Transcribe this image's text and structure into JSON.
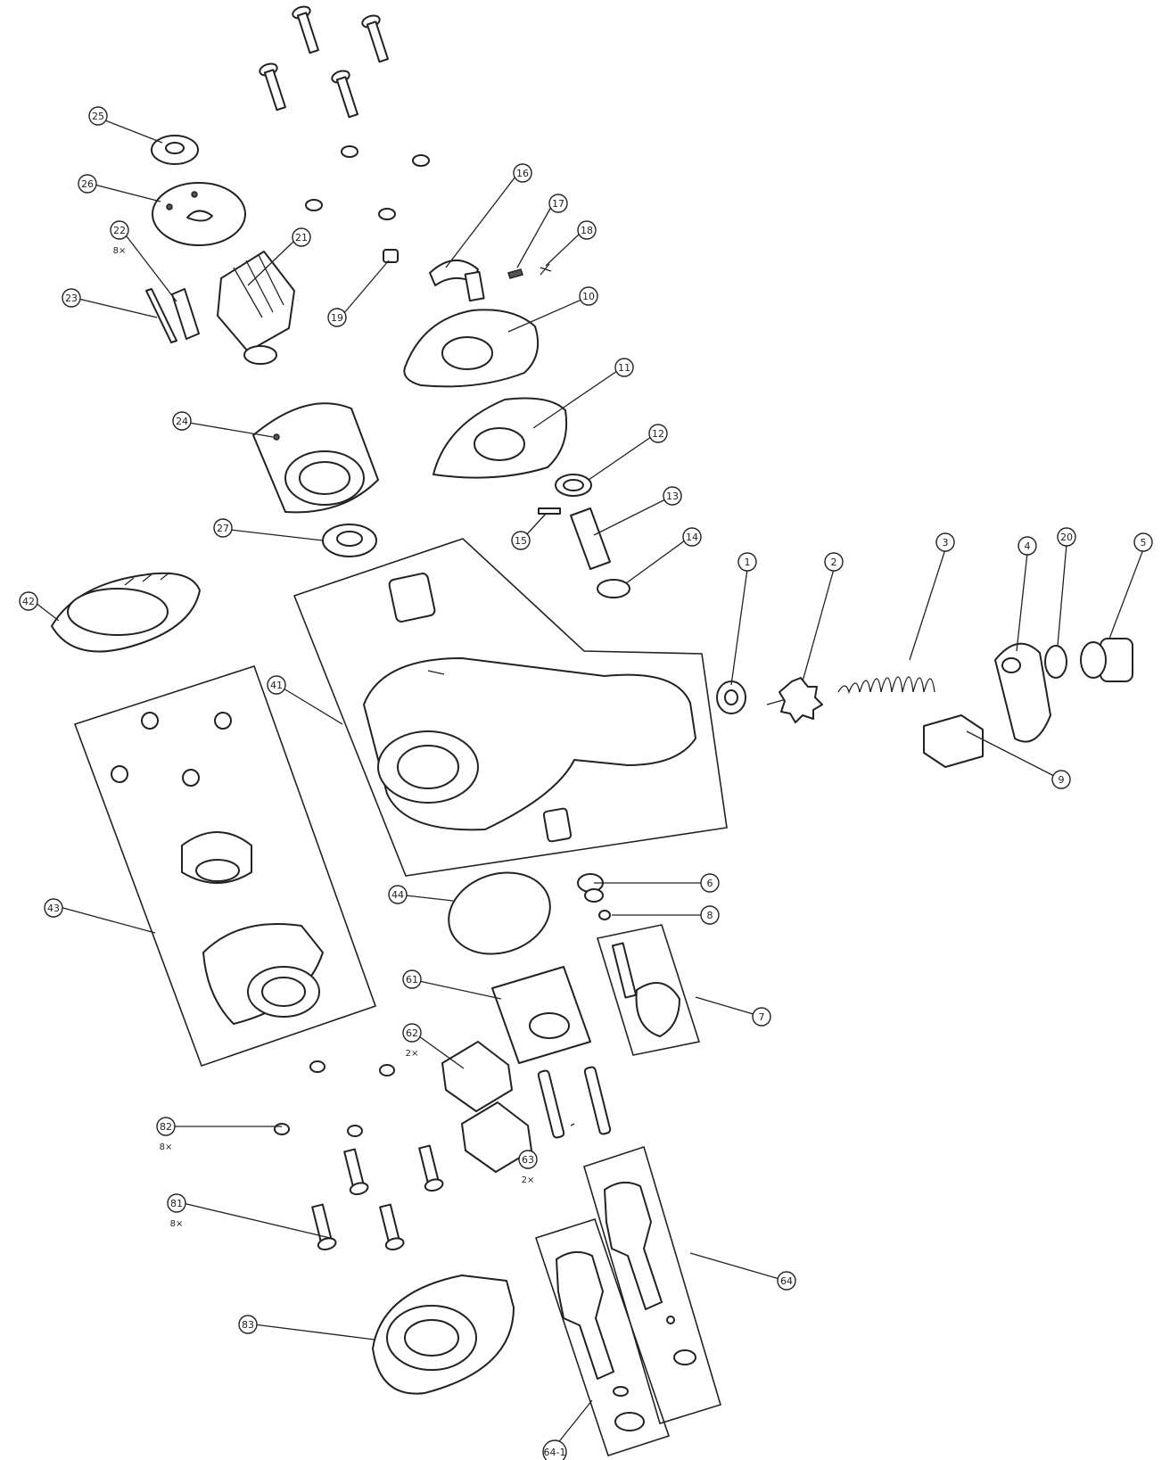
{
  "callouts": [
    {
      "id": "1",
      "label": "1"
    },
    {
      "id": "2",
      "label": "2"
    },
    {
      "id": "3",
      "label": "3"
    },
    {
      "id": "4",
      "label": "4"
    },
    {
      "id": "5",
      "label": "5"
    },
    {
      "id": "6",
      "label": "6"
    },
    {
      "id": "7",
      "label": "7"
    },
    {
      "id": "8",
      "label": "8"
    },
    {
      "id": "9",
      "label": "9"
    },
    {
      "id": "10",
      "label": "10"
    },
    {
      "id": "11",
      "label": "11"
    },
    {
      "id": "12",
      "label": "12"
    },
    {
      "id": "13",
      "label": "13"
    },
    {
      "id": "14",
      "label": "14"
    },
    {
      "id": "15",
      "label": "15"
    },
    {
      "id": "16",
      "label": "16"
    },
    {
      "id": "17",
      "label": "17"
    },
    {
      "id": "18",
      "label": "18"
    },
    {
      "id": "19",
      "label": "19"
    },
    {
      "id": "20",
      "label": "20"
    },
    {
      "id": "21",
      "label": "21"
    },
    {
      "id": "22",
      "label": "22",
      "qty": "8×"
    },
    {
      "id": "23",
      "label": "23"
    },
    {
      "id": "24",
      "label": "24"
    },
    {
      "id": "25",
      "label": "25"
    },
    {
      "id": "26",
      "label": "26"
    },
    {
      "id": "27",
      "label": "27"
    },
    {
      "id": "41",
      "label": "41"
    },
    {
      "id": "42",
      "label": "42"
    },
    {
      "id": "43",
      "label": "43"
    },
    {
      "id": "44",
      "label": "44"
    },
    {
      "id": "61",
      "label": "61"
    },
    {
      "id": "62",
      "label": "62",
      "qty": "2×"
    },
    {
      "id": "63",
      "label": "63",
      "qty": "2×"
    },
    {
      "id": "64",
      "label": "64"
    },
    {
      "id": "81",
      "label": "81",
      "qty": "8×"
    },
    {
      "id": "82",
      "label": "82",
      "qty": "8×"
    },
    {
      "id": "83",
      "label": "83"
    },
    {
      "id": "64b",
      "label": "64-1"
    }
  ]
}
